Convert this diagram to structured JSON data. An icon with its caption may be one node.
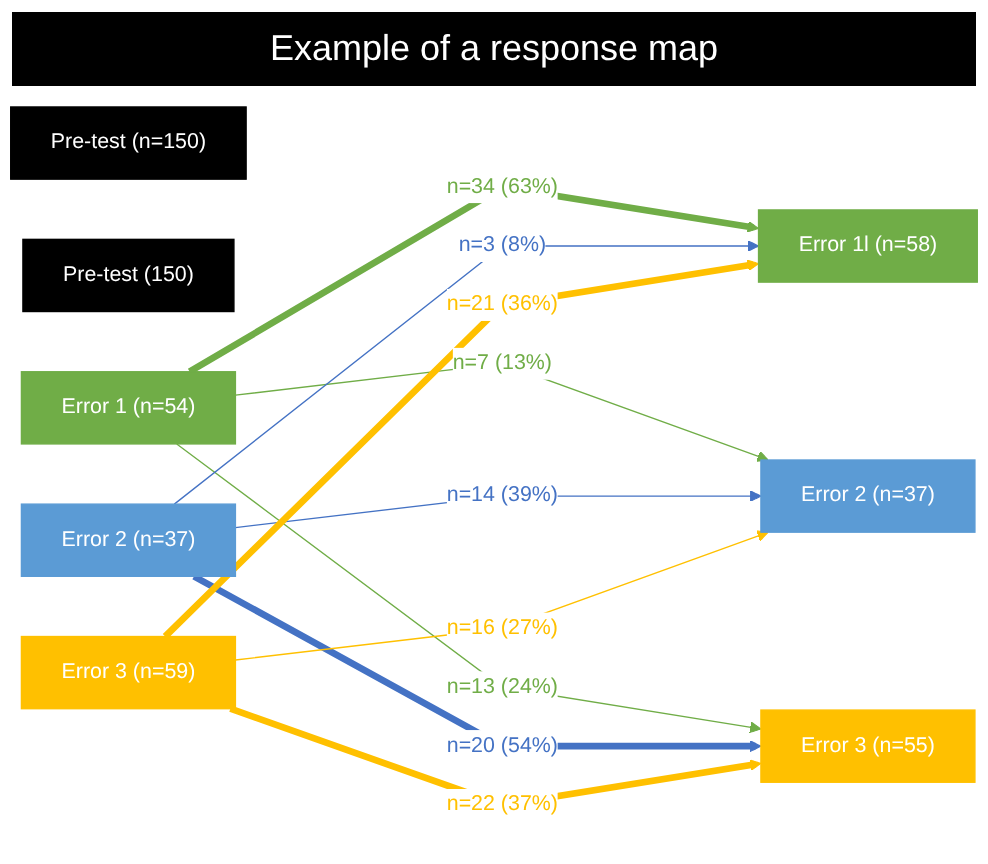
{
  "diagram": {
    "title": "Example of a response map",
    "nodes": [
      {
        "text": [
          "Pre-test (n=150)"
        ]
      },
      {
        "text": [
          "Pre-test (150)"
        ]
      },
      {
        "text": [
          "Error 1 (n=54)"
        ]
      },
      {
        "text": [
          "Error 1l (n=58)"
        ]
      },
      {
        "text": [
          "Error 2 (n=37)"
        ]
      },
      {
        "text": [
          "Error 2 (n=37)"
        ]
      },
      {
        "text": [
          "Error 3 (n=59)"
        ]
      },
      {
        "text": [
          "Error 3 (n=55)"
        ]
      }
    ],
    "edges": [
      {
        "from": 2,
        "to": 3,
        "arrow": "to",
        "label": "n=34 (63%)",
        "style": "thick",
        "color": "#70ad47"
      },
      {
        "from": 2,
        "to": 5,
        "arrow": "to",
        "label": "n=7 (13%)",
        "color": "#70ad47"
      },
      {
        "from": 2,
        "to": 7,
        "arrow": "to",
        "label": "n=13 (24%)",
        "color": "#70ad47"
      },
      {
        "from": 4,
        "to": 3,
        "arrow": "to",
        "label": "n=3 (8%)",
        "color": "#4472c4"
      },
      {
        "from": 4,
        "to": 5,
        "arrow": "to",
        "label": "n=14 (39%)",
        "color": "#4472c4"
      },
      {
        "from": 4,
        "to": 7,
        "arrow": "to",
        "label": "n=20 (54%)",
        "style": "thick",
        "color": "#4472c4"
      },
      {
        "from": 6,
        "to": 3,
        "arrow": "to",
        "label": "n=21 (36%)",
        "style": "thick",
        "color": "#ffc000"
      },
      {
        "from": 6,
        "to": 5,
        "arrow": "to",
        "label": "n=16 (27%)",
        "color": "#ffc000"
      },
      {
        "from": 6,
        "to": 7,
        "arrow": "to",
        "label": "n=22 (37%)",
        "style": "thick",
        "color": "#ffc000"
      }
    ]
  }
}
